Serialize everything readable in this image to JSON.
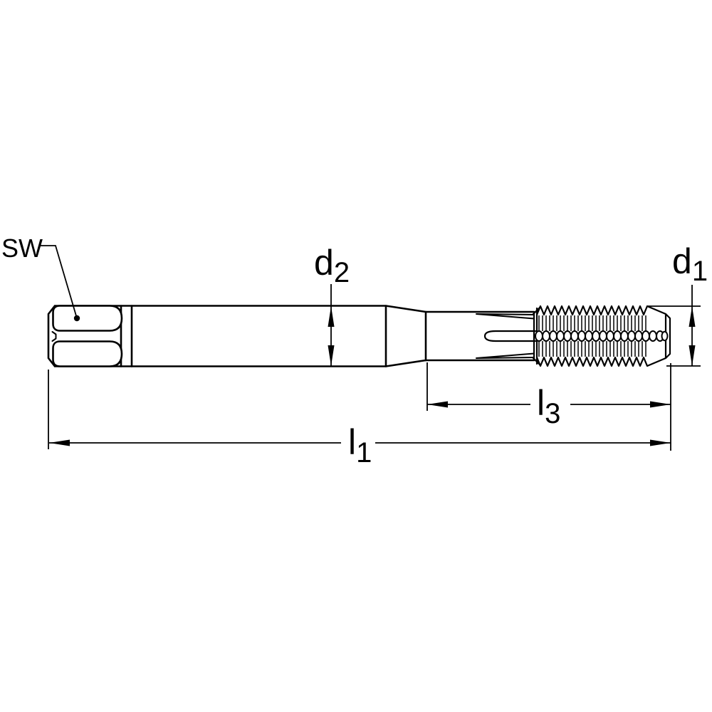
{
  "diagram": {
    "type": "engineering-drawing",
    "subject": "thread-forming-tap-side-view",
    "background_color": "#ffffff",
    "line_color": "#000000",
    "labels": {
      "sw": "SW",
      "d2_main": "d",
      "d2_sub": "2",
      "d1_main": "d",
      "d1_sub": "1",
      "l3_main": "l",
      "l3_sub": "3",
      "l1_main": "l",
      "l1_sub": "1"
    },
    "parts": {
      "square_drive": "square-drive-end",
      "shank": "cylindrical-shank",
      "neck": "tapered-neck-with-flutes",
      "thread": "threaded-section"
    }
  }
}
